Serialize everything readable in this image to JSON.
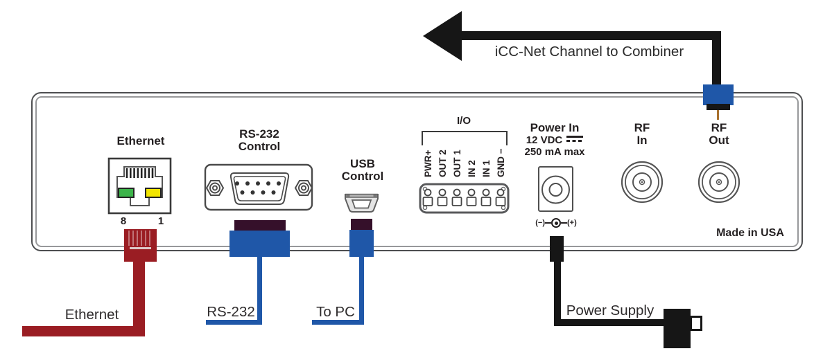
{
  "arrow": {
    "label": "iCC-Net Channel to Combiner"
  },
  "panel": {
    "made_in": "Made in USA"
  },
  "ethernet": {
    "title": "Ethernet",
    "pin8": "8",
    "pin1": "1",
    "cable_label": "Ethernet"
  },
  "rs232": {
    "title_l1": "RS-232",
    "title_l2": "Control",
    "cable_label": "RS-232"
  },
  "usb": {
    "title_l1": "USB",
    "title_l2": "Control",
    "cable_label": "To PC"
  },
  "io": {
    "title": "I/O",
    "pins": [
      "PWR+",
      "OUT 2",
      "OUT 1",
      "IN 2",
      "IN 1",
      "GND −"
    ]
  },
  "power": {
    "title": "Power In",
    "voltage": "12 VDC",
    "current": "250 mA max",
    "polarity_neg": "(−)",
    "polarity_pos": "(+)",
    "cable_label": "Power Supply"
  },
  "rf_in": {
    "title_l1": "RF",
    "title_l2": "In"
  },
  "rf_out": {
    "title_l1": "RF",
    "title_l2": "Out"
  },
  "colors": {
    "cable_red": "#9a1d23",
    "cable_blue": "#1f57a8",
    "cable_black": "#161616",
    "plug_dark": "#35102a",
    "pin_copper": "#a9712f",
    "led_green": "#3cb44a",
    "led_yellow": "#f2e500"
  }
}
